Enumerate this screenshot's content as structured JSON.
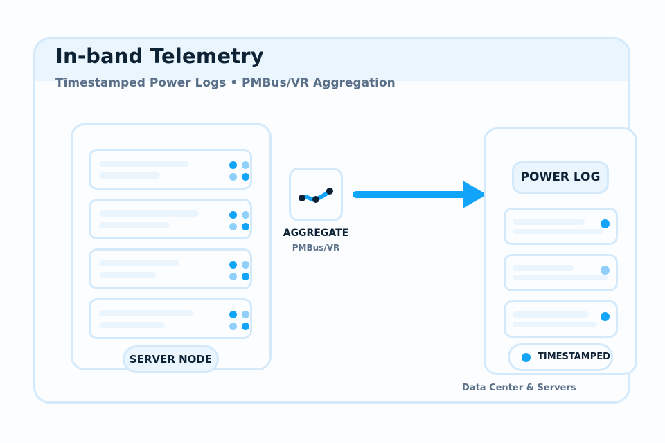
{
  "header": {
    "title": "In-band Telemetry",
    "subtitle": "Timestamped Power Logs • PMBus/VR Aggregation"
  },
  "server_node": {
    "label": "SERVER NODE",
    "racks": [
      {
        "indicators": [
          "dark",
          "light",
          "light",
          "dark"
        ]
      },
      {
        "indicators": [
          "dark",
          "light",
          "light",
          "dark"
        ]
      },
      {
        "indicators": [
          "dark",
          "light",
          "light",
          "dark"
        ]
      },
      {
        "indicators": [
          "dark",
          "light",
          "light",
          "dark"
        ]
      }
    ]
  },
  "aggregate": {
    "label": "AGGREGATE",
    "sublabel": "PMBus/VR",
    "icon": "trend-line-icon"
  },
  "flow_arrow": {
    "icon": "arrow-right-icon"
  },
  "power_log": {
    "label": "POWER LOG",
    "entries": [
      {
        "status": "dark"
      },
      {
        "status": "light"
      },
      {
        "status": "dark"
      }
    ],
    "badge": "TIMESTAMPED"
  },
  "footer": {
    "caption": "Data Center & Servers"
  },
  "colors": {
    "accent": "#11a4f9",
    "accent_light": "#8fd0fb",
    "border": "#d4eafb",
    "fill": "#eaf5fe",
    "text_dark": "#0e2235",
    "text_muted": "#5a6f88"
  }
}
